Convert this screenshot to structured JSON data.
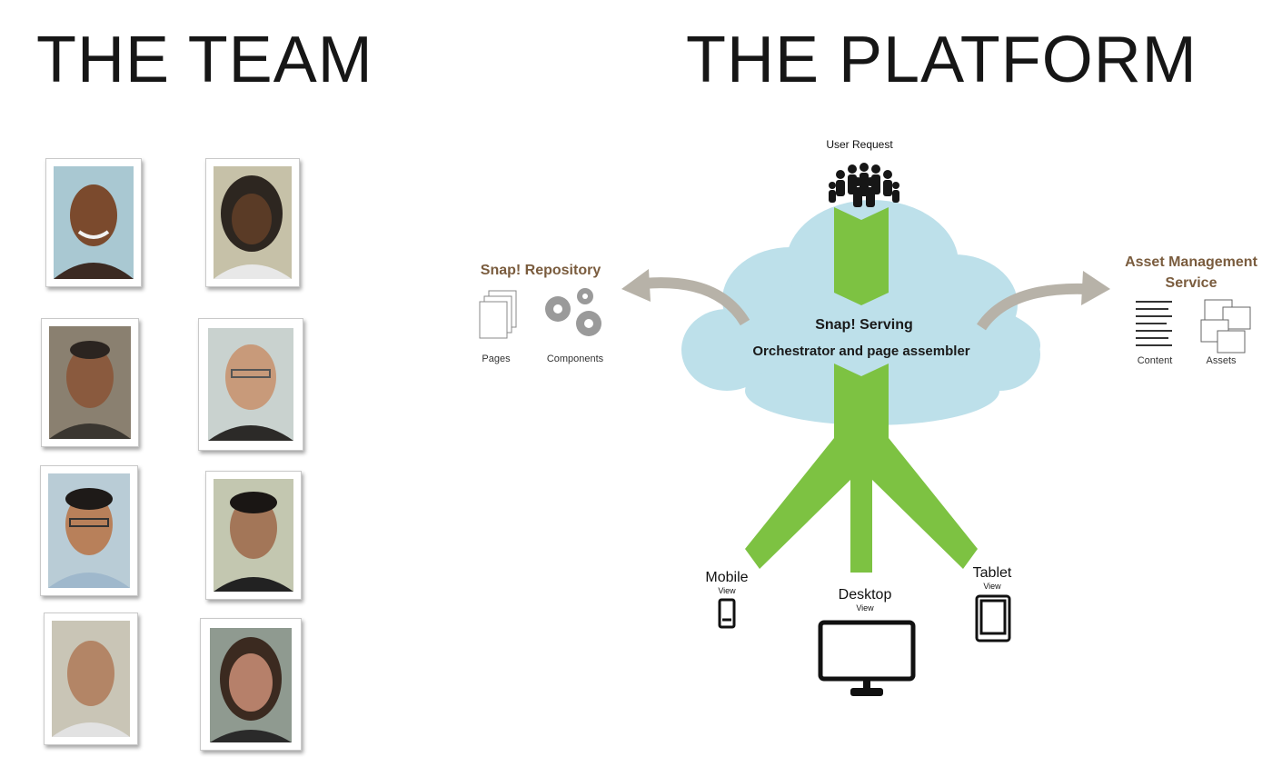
{
  "team": {
    "title": "THE TEAM",
    "member_count": 8
  },
  "platform": {
    "title": "THE PLATFORM",
    "user_request": "User Request",
    "repository": {
      "title": "Snap! Repository",
      "items": [
        "Pages",
        "Components"
      ]
    },
    "serving": {
      "title": "Snap! Serving",
      "subtitle": "Orchestrator and page assembler"
    },
    "asset_service": {
      "title_line1": "Asset Management",
      "title_line2": "Service",
      "items": [
        "Content",
        "Assets"
      ]
    },
    "outputs": [
      {
        "name": "Mobile",
        "sub": "View"
      },
      {
        "name": "Desktop",
        "sub": "View"
      },
      {
        "name": "Tablet",
        "sub": "View"
      }
    ],
    "colors": {
      "flow_green": "#7dc242",
      "cloud_blue": "#bde0ea",
      "brown_title": "#7a5c3e",
      "arrow_grey": "#b7b2a8"
    }
  }
}
